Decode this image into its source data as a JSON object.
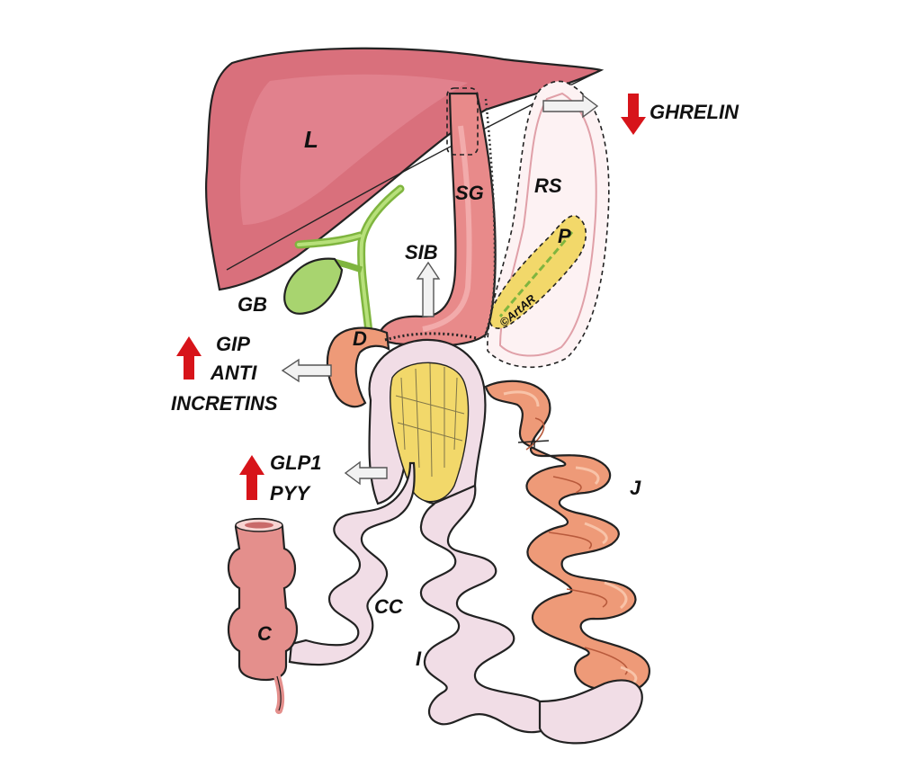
{
  "labels": {
    "liver": "L",
    "sleeve_gastrectomy": "SG",
    "remnant_stomach": "RS",
    "pancreas": "P",
    "sib": "SIB",
    "gallbladder": "GB",
    "duodenum": "D",
    "jejunum": "J",
    "ileum": "I",
    "common_channel": "CC",
    "colon": "C",
    "watermark": "©ArtAR"
  },
  "hormones": {
    "ghrelin": {
      "text": "GHRELIN",
      "direction": "down"
    },
    "gip_group": {
      "lines": [
        "GIP",
        "ANTI",
        "INCRETINS"
      ],
      "direction": "up"
    },
    "glp1_group": {
      "lines": [
        "GLP1",
        "PYY"
      ],
      "direction": "up"
    }
  },
  "colors": {
    "liver": "#d9707c",
    "stomach": "#e88a8a",
    "gallbladder": "#a8d46f",
    "bile_duct": "#9ccc55",
    "pancreas": "#f2d86a",
    "jejunum": "#ee9a78",
    "ileum": "#f1dde6",
    "colon": "#e48f8c",
    "red_arrow": "#d7141a",
    "hollow_arrow": "#f2f2f2"
  }
}
